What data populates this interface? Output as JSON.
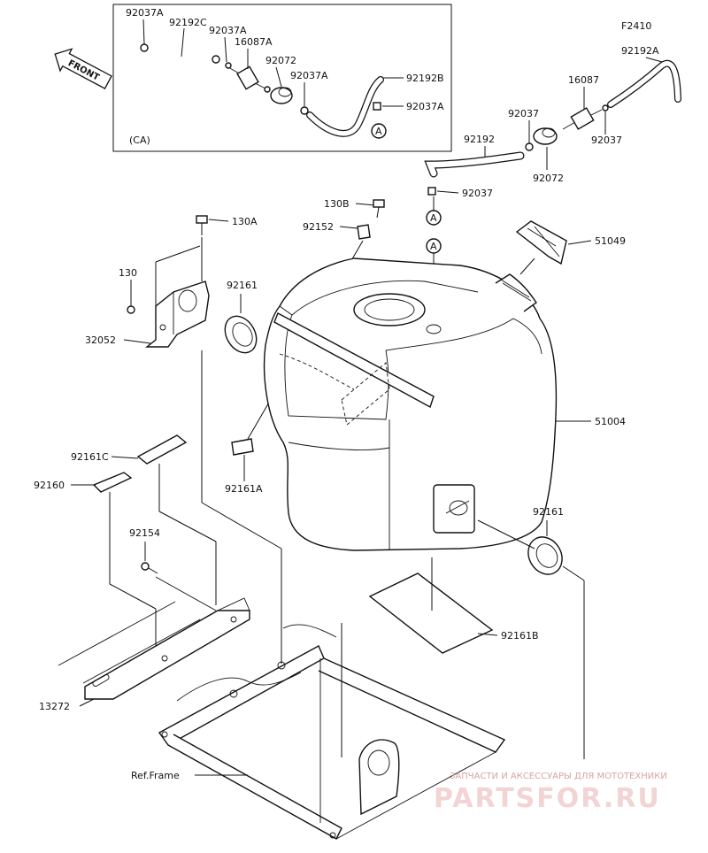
{
  "figure_id": "F2410",
  "front_label": "FRONT",
  "inset_label": "(CA)",
  "ref_letter": "A",
  "labels": {
    "92037A": "92037A",
    "92192C": "92192C",
    "16087A": "16087A",
    "92072": "92072",
    "92192B": "92192B",
    "92192A": "92192A",
    "16087": "16087",
    "92037": "92037",
    "92192": "92192",
    "130B": "130B",
    "130A": "130A",
    "130": "130",
    "92152": "92152",
    "51049": "51049",
    "92161": "92161",
    "32052": "32052",
    "51004": "51004",
    "92161C": "92161C",
    "92160": "92160",
    "92161A": "92161A",
    "92154": "92154",
    "92161B": "92161B",
    "13272": "13272",
    "ref_frame": "Ref.Frame"
  },
  "watermark": {
    "line1": "ЗАПЧАСТИ И АКСЕССУАРЫ ДЛЯ МОТОТЕХНИКИ",
    "line2": "PARTSFOR.RU"
  }
}
